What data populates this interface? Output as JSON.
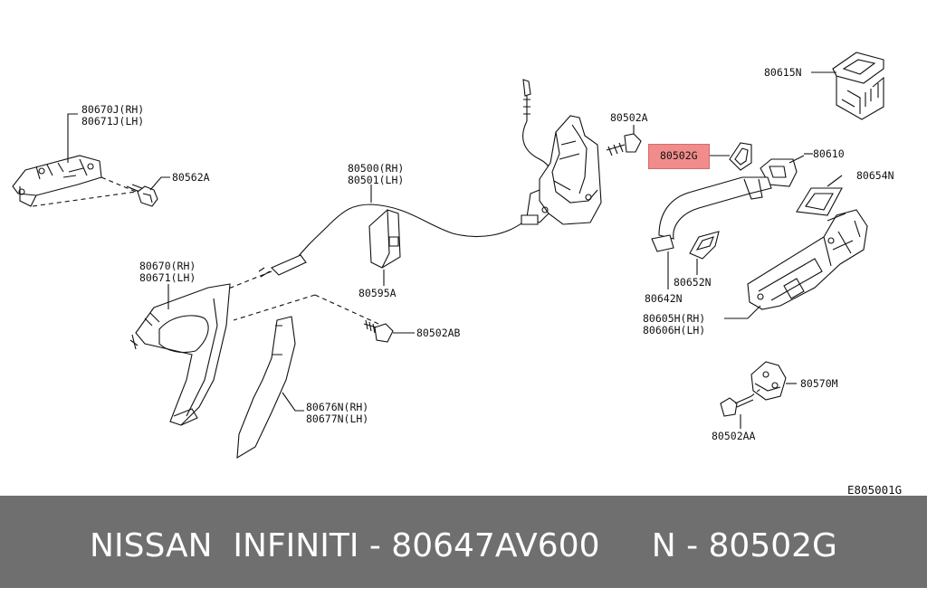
{
  "labels": {
    "p80670J": "80670J(RH)",
    "p80671J": "80671J(LH)",
    "p80562A": "80562A",
    "p80500": "80500(RH)",
    "p80501": "80501(LH)",
    "p80502A": "80502A",
    "p80502G": "80502G",
    "p80615N": "80615N",
    "p80610": "80610",
    "p80654N": "80654N",
    "p80670": "80670(RH)",
    "p80671": "80671(LH)",
    "p80595A": "80595A",
    "p80652N": "80652N",
    "p80642N": "80642N",
    "p80502AB": "80502AB",
    "p80605H": "80605H(RH)",
    "p80606H": "80606H(LH)",
    "p80676N": "80676N(RH)",
    "p80677N": "80677N(LH)",
    "p80570M": "80570M",
    "p80502AA": "80502AA",
    "code": "E805001G"
  },
  "footer": {
    "caption": "NISSAN  INFINITI - 80647AV600     N - 80502G"
  },
  "colors": {
    "highlight": "#f08c8c",
    "footer_bg": "#6f6f6f",
    "footer_text": "#ffffff",
    "line": "#111111"
  }
}
